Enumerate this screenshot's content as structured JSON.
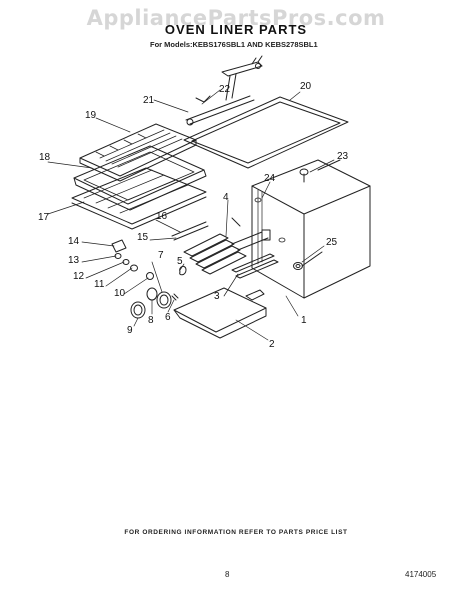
{
  "watermark": "AppliancePartsPros.com",
  "title": "OVEN LINER PARTS",
  "subtitle": "For Models:KEBS176SBL1  AND  KEBS278SBL1",
  "footer_note": "FOR ORDERING INFORMATION REFER TO PARTS PRICE LIST",
  "page_number": "8",
  "document_number": "4174005",
  "callouts": [
    "1",
    "2",
    "3",
    "4",
    "5",
    "6",
    "7",
    "8",
    "9",
    "10",
    "11",
    "12",
    "13",
    "14",
    "15",
    "16",
    "17",
    "18",
    "19",
    "20",
    "21",
    "22",
    "23",
    "24",
    "25"
  ]
}
